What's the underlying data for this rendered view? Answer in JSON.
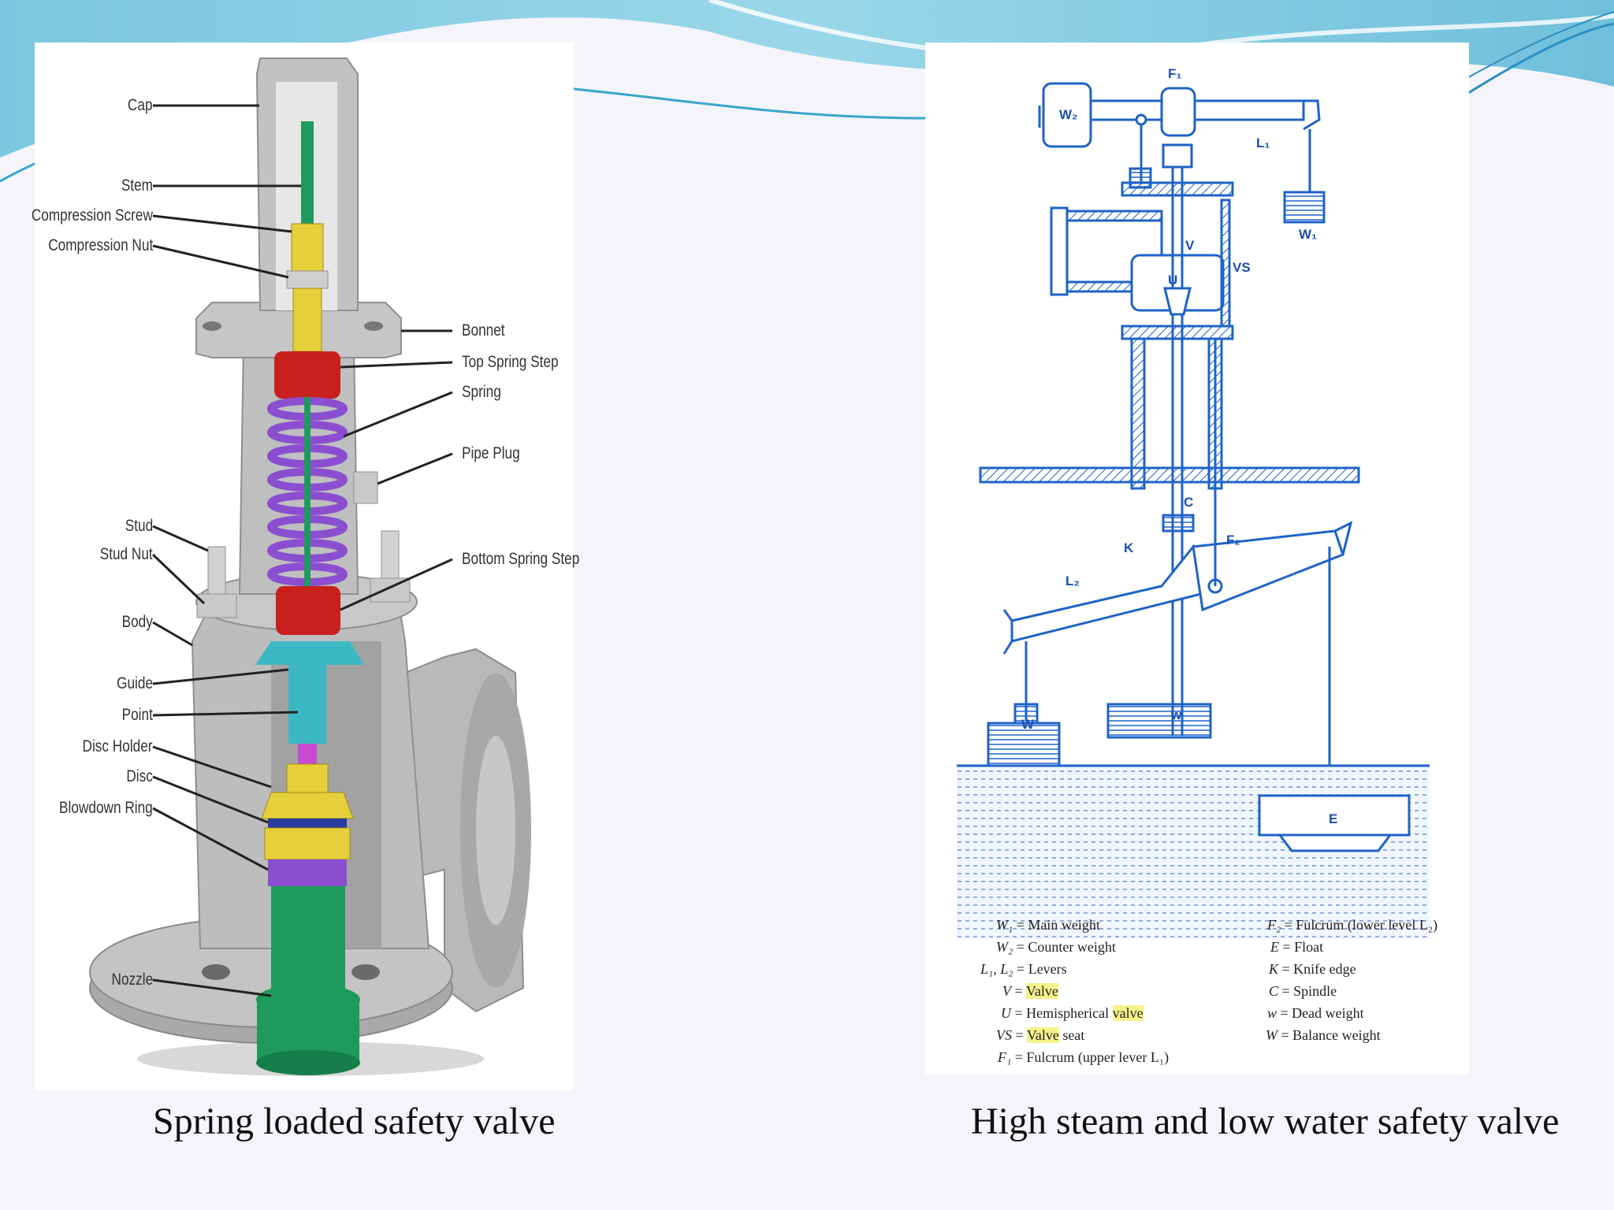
{
  "captions": {
    "left": "Spring loaded safety valve",
    "right": "High steam and low water safety valve"
  },
  "spring_valve": {
    "labels_left": [
      "Cap",
      "Stem",
      "Compression Screw",
      "Compression Nut",
      "Stud",
      "Stud Nut",
      "Body",
      "Guide",
      "Point",
      "Disc Holder",
      "Disc",
      "Blowdown Ring",
      "Nozzle"
    ],
    "labels_right": [
      "Bonnet",
      "Top Spring Step",
      "Spring",
      "Pipe Plug",
      "Bottom Spring Step"
    ]
  },
  "steam_valve": {
    "diagram_labels": {
      "F1": "F₁",
      "L1": "L₁",
      "W2": "W₂",
      "W1": "W₁",
      "V": "V",
      "VS": "VS",
      "U": "U",
      "C": "C",
      "K": "K",
      "F2": "F₂",
      "L2": "L₂",
      "W": "W",
      "w": "w",
      "E": "E"
    },
    "legend_left": [
      {
        "sym": "W₁",
        "text": " = Main weight",
        "hl": ""
      },
      {
        "sym": "W₂",
        "text": " = Counter weight",
        "hl": ""
      },
      {
        "sym": "L₁, L₂",
        "text": " = Levers",
        "hl": ""
      },
      {
        "sym": "V",
        "text": " = ",
        "hl": "Valve"
      },
      {
        "sym": "U",
        "text": " = Hemispherical ",
        "hl": "valve"
      },
      {
        "sym": "VS",
        "text": " = ",
        "hl": "Valve",
        "tail": " seat"
      },
      {
        "sym": "F₁",
        "text": " = Fulcrum (upper lever L₁)",
        "hl": ""
      }
    ],
    "legend_right": [
      {
        "sym": "F₂",
        "text": " = Fulcrum (lower level L₂)"
      },
      {
        "sym": "E",
        "text": " = Float"
      },
      {
        "sym": "K",
        "text": " = Knife edge"
      },
      {
        "sym": "C",
        "text": " = Spindle"
      },
      {
        "sym": "w",
        "text": " = Dead weight"
      },
      {
        "sym": "W",
        "text": " = Balance weight"
      }
    ]
  },
  "colors": {
    "blue_line": "#1e63c8",
    "spring": "#8a4fd0",
    "red_step": "#c8201c",
    "yellow": "#e7d23a",
    "green_nozzle": "#1e9a5a",
    "cyan_guide": "#3cb8c4",
    "body_gray": "#bcbcbc"
  }
}
